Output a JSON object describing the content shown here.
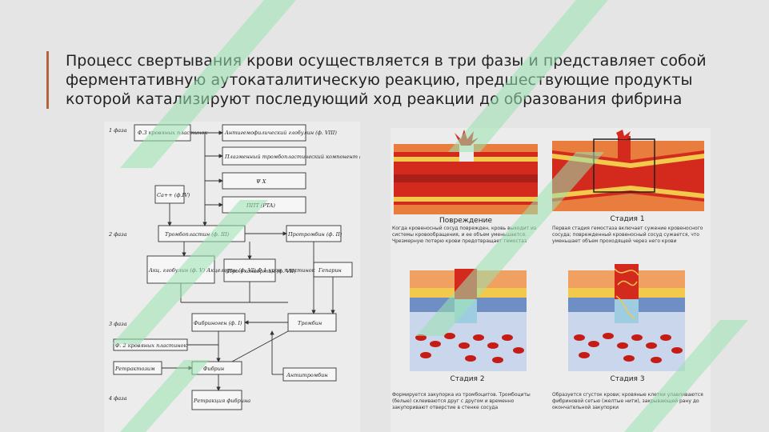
{
  "heading": {
    "text": "Процесс свертывания крови осуществляется в три фазы и представляет собой ферментативную аутокаталитическую реакцию, предшествующие продукты которой катализируют последующий ход реакции до образования фибрина"
  },
  "flowchart": {
    "phases": [
      "1 фаза",
      "2 фаза",
      "3 фаза",
      "4 фаза"
    ],
    "boxes": {
      "f3": "Ф.3 кровяных пластинок",
      "agg": "Антигемофилический глобулин (ф. VIII)",
      "plasma": "Плазменный тромбопластический компонент (ф. IX)",
      "psi": "Ψ X",
      "ptp": "ППТ (PTA)",
      "ca": "Ca++ (ф.IV)",
      "thrombo": "Тромбопластин (ф. III)",
      "prothrombin": "Протромбин (ф. II)",
      "acglob": "Акц. глобулин (ф. V) Акцелерин (ф. VI) Ф.1 кров. пластинок",
      "proconv": "(Про-) конвертин (ф. VII)",
      "heparin": "Гепарин",
      "fibrinogen": "Фибриноген (ф. I)",
      "thrombin": "Тромбин",
      "f2": "Ф. 2 кровяных пластинок",
      "retractozyme": "Ретрактозим",
      "fibrin": "Фибрин",
      "antithrombin": "Антитромбин",
      "retraction": "Ретракция фибрина"
    }
  },
  "stages": [
    {
      "title": "Повреждение",
      "caption": "Когда кровеносный сосуд поврежден, кровь выходит из системы кровообращения, и ее объем уменьшается. Чрезмерную потерю крови предотвращает гемостаз"
    },
    {
      "title": "Стадия 1",
      "caption": "Первая стадия гемостаза включает сужение кровеносного сосуда; поврежденный кровеносный сосуд сужается, что уменьшает объем проходящей через него крови"
    },
    {
      "title": "Стадия 2",
      "caption": "Формируется закупорка из тромбоцитов. Тромбоциты (белые) склеиваются друг с другом и временно закупоривают отверстие в стенке сосуда"
    },
    {
      "title": "Стадия 3",
      "caption": "Образуется сгусток крови; кровяные клетки улавливаются фибриновой сетью (желтые нити), закрывающей рану до окончательной закупорки"
    }
  ],
  "colors": {
    "accent": "#b5653e",
    "blood": "#d9261c",
    "vessel_wall": "#f2c94c",
    "watermark": "#9be3b0"
  }
}
